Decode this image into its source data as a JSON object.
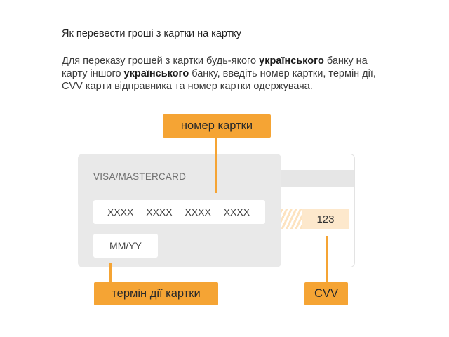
{
  "heading": "Як перевести гроші з картки на картку",
  "description": {
    "part1": "Для переказу грошей з картки будь-якого ",
    "bold1": "українського",
    "part2": " банку на карту іншого ",
    "bold2": "українського",
    "part3": " банку, введіть номер картки, термін дії, CVV карти відправника та номер картки одержувача."
  },
  "card_front": {
    "brand": "VISA/MASTERCARD",
    "number_placeholder": "XXXX XXXX XXXX XXXX",
    "expiry_placeholder": "MM/YY"
  },
  "card_back": {
    "cvv_value": "123"
  },
  "callouts": {
    "card_number": "номер картки",
    "expiry": "термін дії картки",
    "cvv": "CVV"
  },
  "colors": {
    "accent": "#f5a434",
    "cvv_fill": "#fde8cc",
    "card_front": "#e9e9e9"
  }
}
